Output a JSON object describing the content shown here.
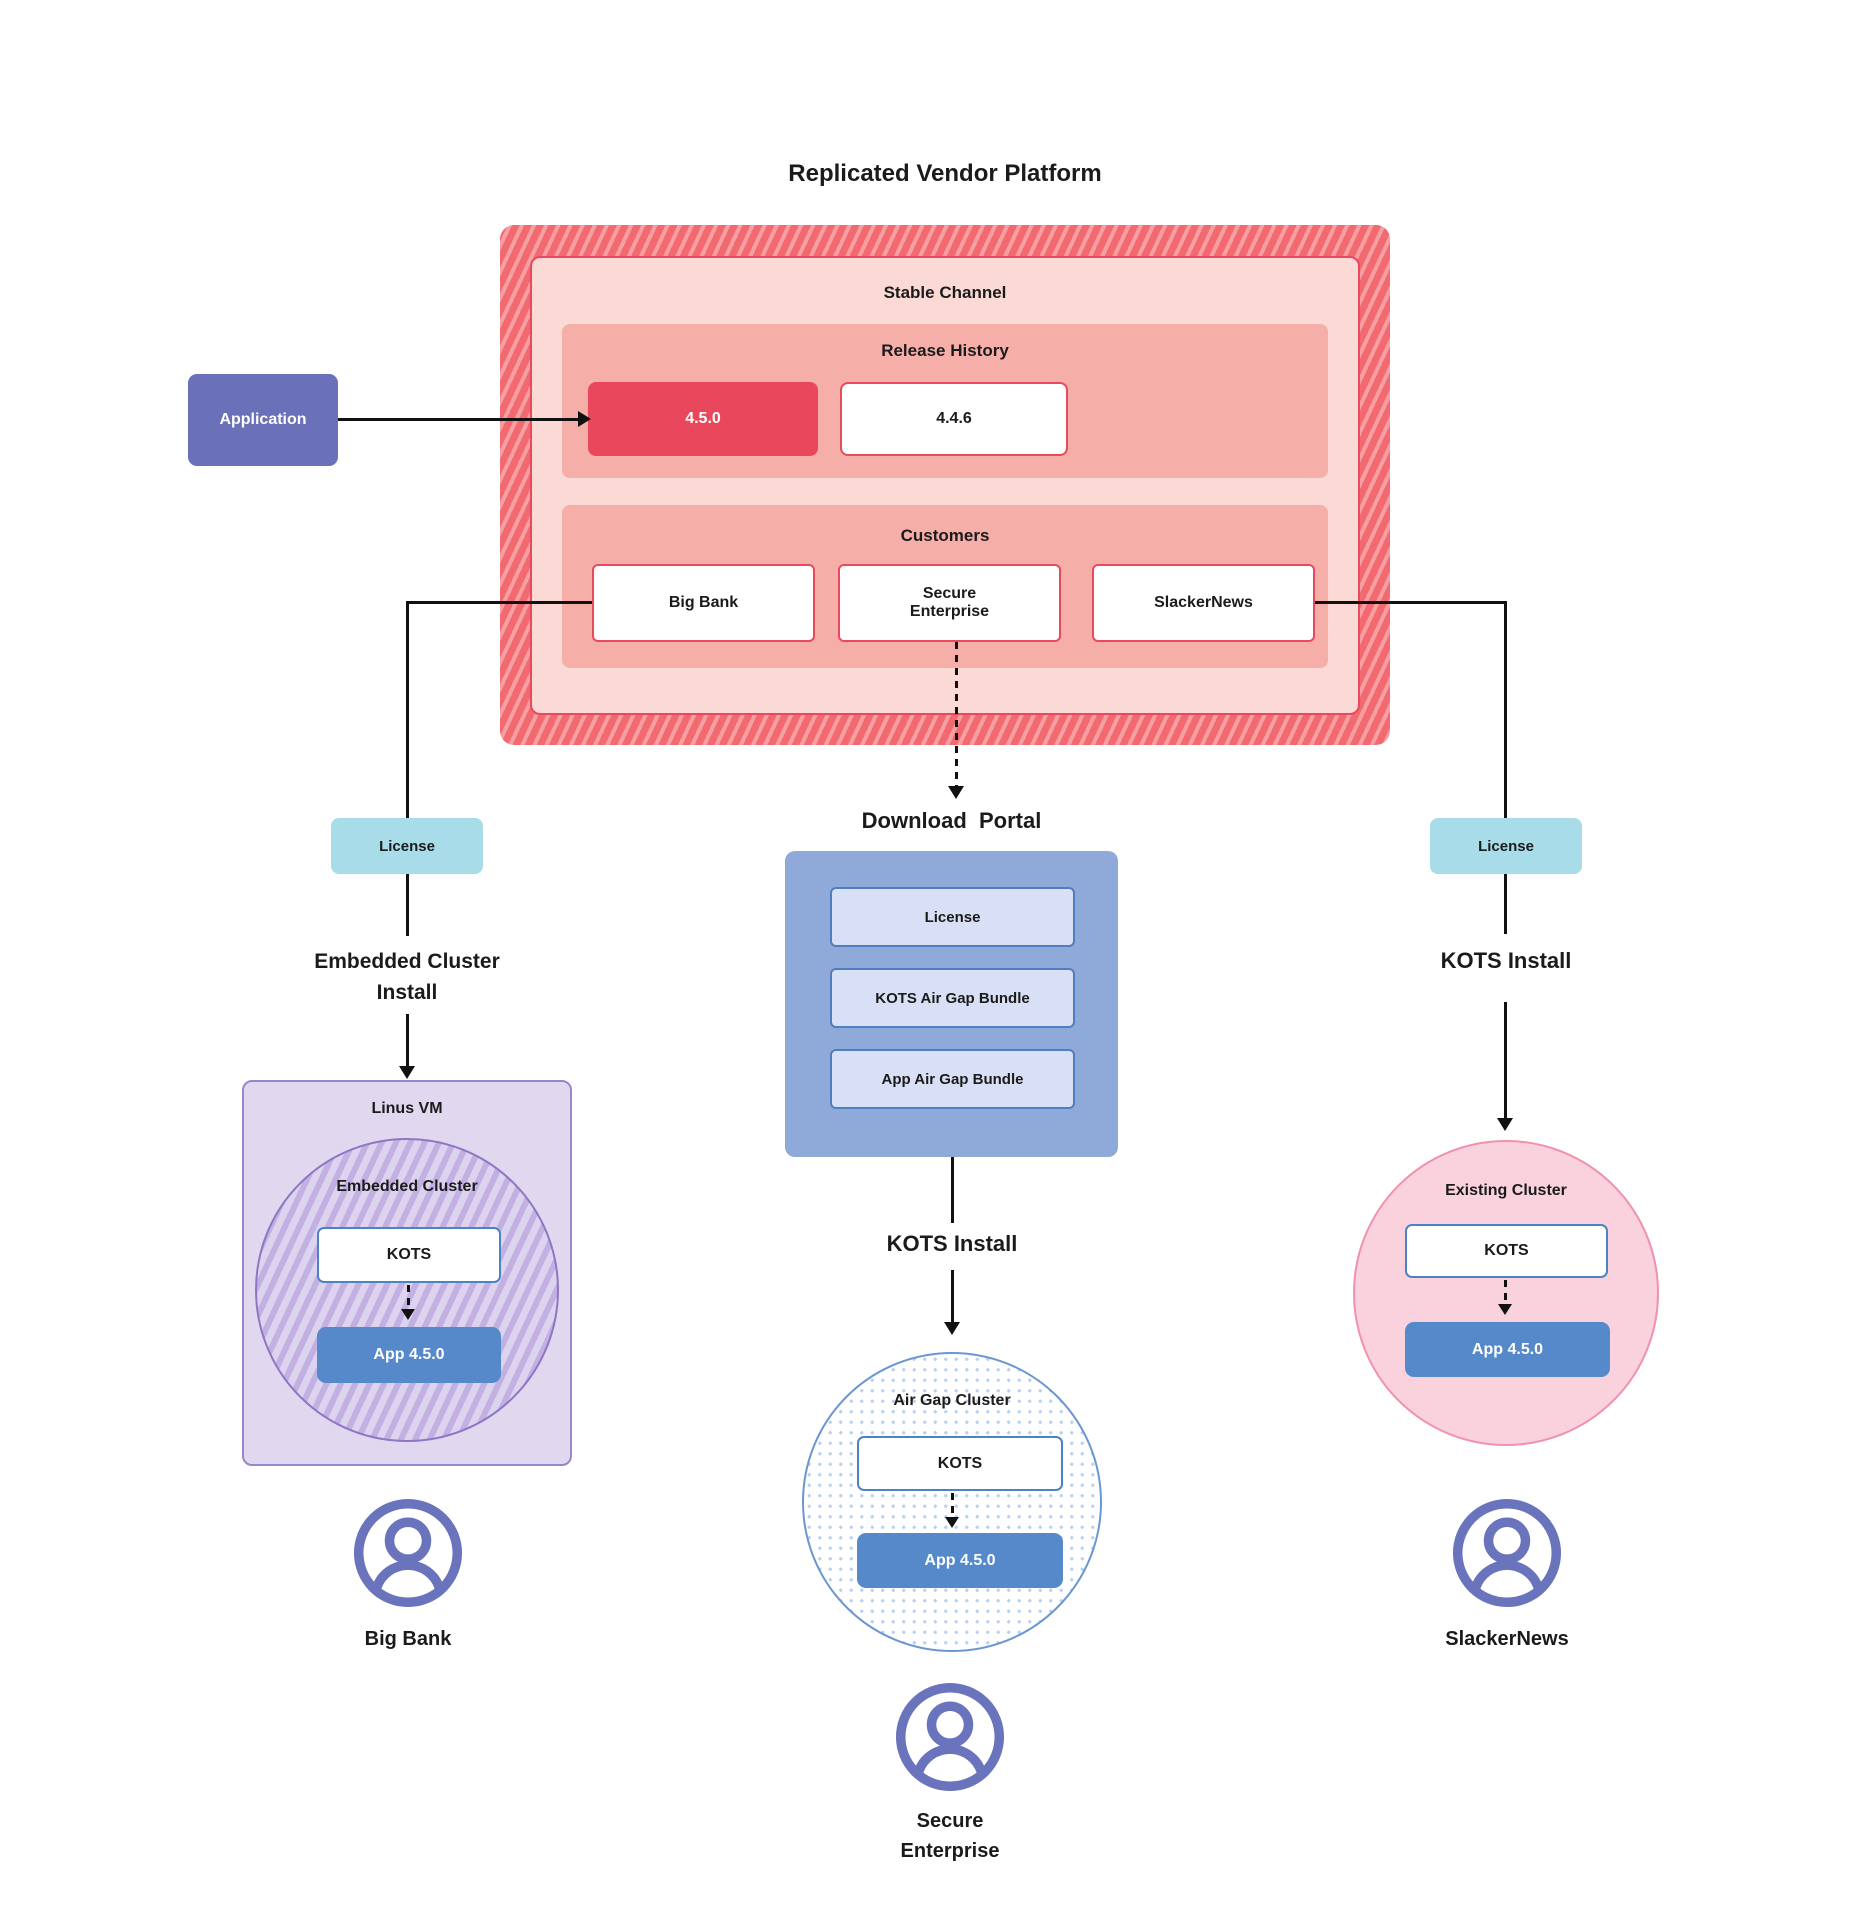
{
  "title": "Replicated Vendor Platform",
  "colors": {
    "red_accent": "#E9495D",
    "hatch_base": "#F26A70",
    "hatch_stripe": "#F59FA3",
    "stable_bg": "#FBD9D5",
    "panel_pink": "#F6AEA9",
    "application_indigo": "#6B71B8",
    "license_teal": "#A7DCE8",
    "portal_blue": "#8FA9D9",
    "portal_item_bg": "#D9DFF4",
    "kots_border_blue": "#4E83C3",
    "app_blue": "#5589C9",
    "vm_purple_bg": "#DFD8EE",
    "vm_purple_border": "#9A86C8",
    "cluster_purple_border": "#8F76C4",
    "airgap_dot": "#BCD2EE",
    "airgap_border": "#6A97D0",
    "existing_pink_bg": "#F9D2DE",
    "existing_pink_border": "#F092AE",
    "user_icon": "#6A74BC",
    "line": "#111111"
  },
  "vendor_platform": {
    "stable_channel_label": "Stable Channel",
    "release_history_label": "Release History",
    "releases": [
      {
        "version": "4.5.0",
        "current": true
      },
      {
        "version": "4.4.6",
        "current": false
      }
    ],
    "customers_label": "Customers",
    "customers": [
      {
        "name": "Big Bank"
      },
      {
        "name": "Secure Enterprise"
      },
      {
        "name": "SlackerNews"
      }
    ]
  },
  "application": {
    "label": "Application"
  },
  "left_flow": {
    "license_label": "License",
    "install_line1": "Embedded Cluster",
    "install_line2": "Install",
    "vm_label": "Linus VM",
    "cluster_label": "Embedded Cluster",
    "kots_label": "KOTS",
    "app_label": "App 4.5.0",
    "user_label": "Big Bank"
  },
  "middle_flow": {
    "portal_label": "Download  Portal",
    "portal_items": [
      {
        "label": "License"
      },
      {
        "label": "KOTS Air Gap Bundle"
      },
      {
        "label": "App Air Gap Bundle"
      }
    ],
    "install_label": "KOTS Install",
    "cluster_label": "Air Gap Cluster",
    "kots_label": "KOTS",
    "app_label": "App 4.5.0",
    "user_line1": "Secure",
    "user_line2": "Enterprise"
  },
  "right_flow": {
    "license_label": "License",
    "install_label": "KOTS Install",
    "cluster_label": "Existing Cluster",
    "kots_label": "KOTS",
    "app_label": "App 4.5.0",
    "user_label": "SlackerNews"
  }
}
